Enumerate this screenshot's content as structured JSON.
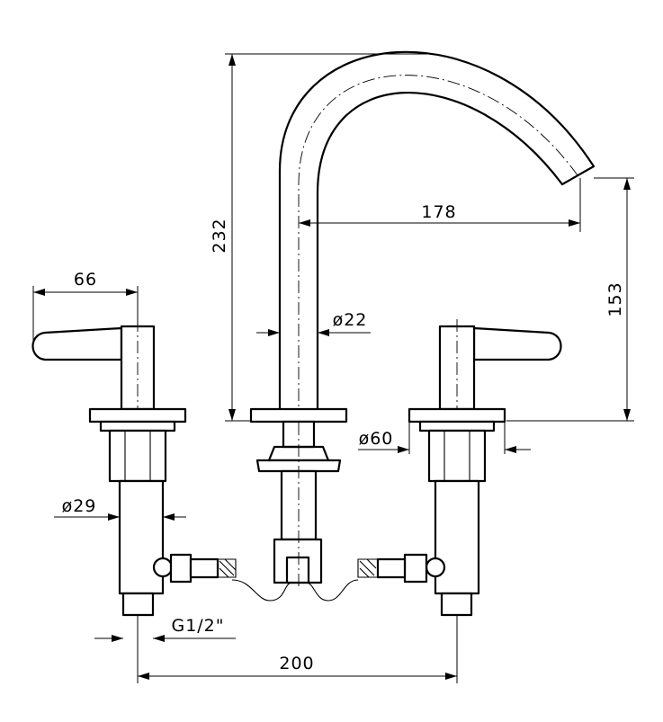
{
  "dimensions": {
    "spout_height": "232",
    "spout_reach": "178",
    "outlet_height": "153",
    "handle_length": "66",
    "spout_diameter": "ø22",
    "base_diameter": "ø60",
    "valve_diameter": "ø29",
    "connection_thread": "G1/2\"",
    "center_distance": "200"
  }
}
